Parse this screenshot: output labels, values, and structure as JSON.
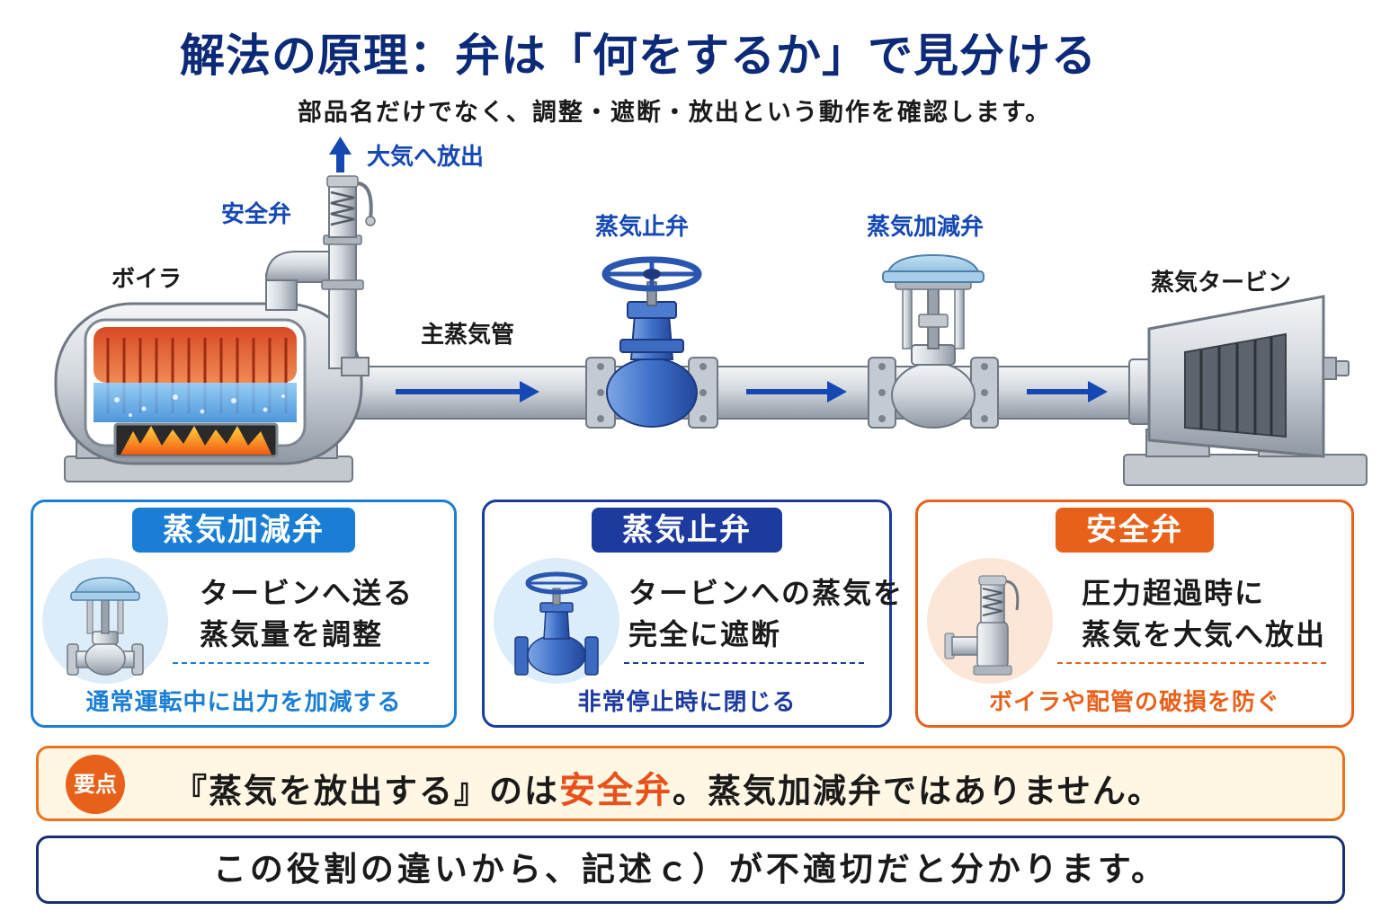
{
  "title": "解法の原理：弁は「何をするか」で見分ける",
  "subtitle": "部品名だけでなく、調整・遮断・放出という動作を確認します。",
  "diagram": {
    "vent_label": "大気へ放出",
    "safety_valve_label": "安全弁",
    "boiler_label": "ボイラ",
    "main_pipe_label": "主蒸気管",
    "stop_valve_label": "蒸気止弁",
    "control_valve_label": "蒸気加減弁",
    "turbine_label": "蒸気タービン"
  },
  "cards": [
    {
      "title": "蒸気加減弁",
      "desc_line1": "タービンへ送る",
      "desc_line2": "蒸気量を調整",
      "note": "通常運転中に出力を加減する",
      "color": "#1a7fd4"
    },
    {
      "title": "蒸気止弁",
      "desc_line1": "タービンへの蒸気を",
      "desc_line2": "完全に遮断",
      "note": "非常停止時に閉じる",
      "color": "#1d3a9e"
    },
    {
      "title": "安全弁",
      "desc_line1": "圧力超過時に",
      "desc_line2": "蒸気を大気へ放出",
      "note": "ボイラや配管の破損を防ぐ",
      "color": "#e8611a"
    }
  ],
  "keypoint": {
    "badge": "要点",
    "text_before": "『蒸気を放出する』のは",
    "highlight": "安全弁",
    "text_after": "。蒸気加減弁ではありません。"
  },
  "conclusion": "この役割の違いから、記述ｃ）が不適切だと分かります。",
  "icons": [
    "up-arrow-icon",
    "flow-arrow-icon",
    "boiler-icon",
    "gate-valve-icon",
    "control-valve-icon",
    "safety-valve-icon",
    "turbine-icon"
  ]
}
